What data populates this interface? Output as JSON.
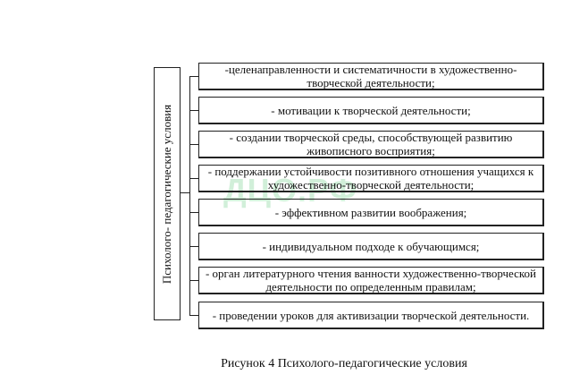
{
  "root_label": "Психолого- педагогические условия",
  "items": [
    "-целенаправленности и систематичности в художественно-творческой деятельности;",
    "- мотивации к творческой деятельности;",
    "- создании творческой среды, способствующей развитию живописного восприятия;",
    "- поддержании устойчивости позитивного отношения учащихся к художественно-творческой деятельности;",
    "- эффективном развитии воображения;",
    "- индивидуальном подходе к обучающимся;",
    "- орган литературного чтения ванности художественно-творческой деятельности по определенным правилам;",
    "- проведении уроков для активизации творческой деятельности."
  ],
  "caption": "Рисунок 4 Психолого-педагогические условия",
  "watermark": "ДЦО.РФ"
}
